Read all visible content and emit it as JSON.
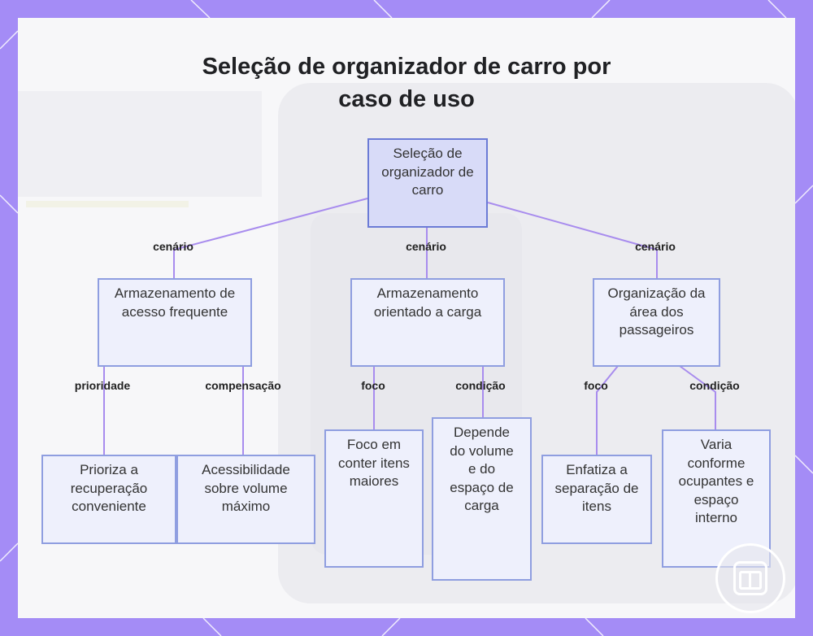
{
  "title": "Seleção de organizador de carro por caso de uso",
  "nodes": {
    "root": "Seleção de organizador de carro",
    "frequent": "Armazenamento de acesso frequente",
    "cargo": "Armazenamento orientado a carga",
    "passenger": "Organização da área dos passageiros",
    "prioritize": "Prioriza a recuperação conveniente",
    "accessibility": "Acessibilidade sobre volume máximo",
    "focus_large": "Foco em conter itens maiores",
    "depends": "Depende do volume e do espaço de carga",
    "separation": "Enfatiza a separação de itens",
    "varies": "Varia conforme ocupantes e espaço interno"
  },
  "edge_labels": {
    "scenario_1": "cenário",
    "scenario_2": "cenário",
    "scenario_3": "cenário",
    "priority": "prioridade",
    "tradeoff": "compensação",
    "focus_1": "foco",
    "condition_1": "condição",
    "focus_2": "foco",
    "condition_2": "condição"
  },
  "colors": {
    "frame": "#a48cf6",
    "edge": "#a88cee",
    "node_fill": "#eef0fc",
    "root_fill": "#d8dbf8",
    "node_border": "#8f9ee0"
  },
  "icons": [
    "logo-icon"
  ]
}
